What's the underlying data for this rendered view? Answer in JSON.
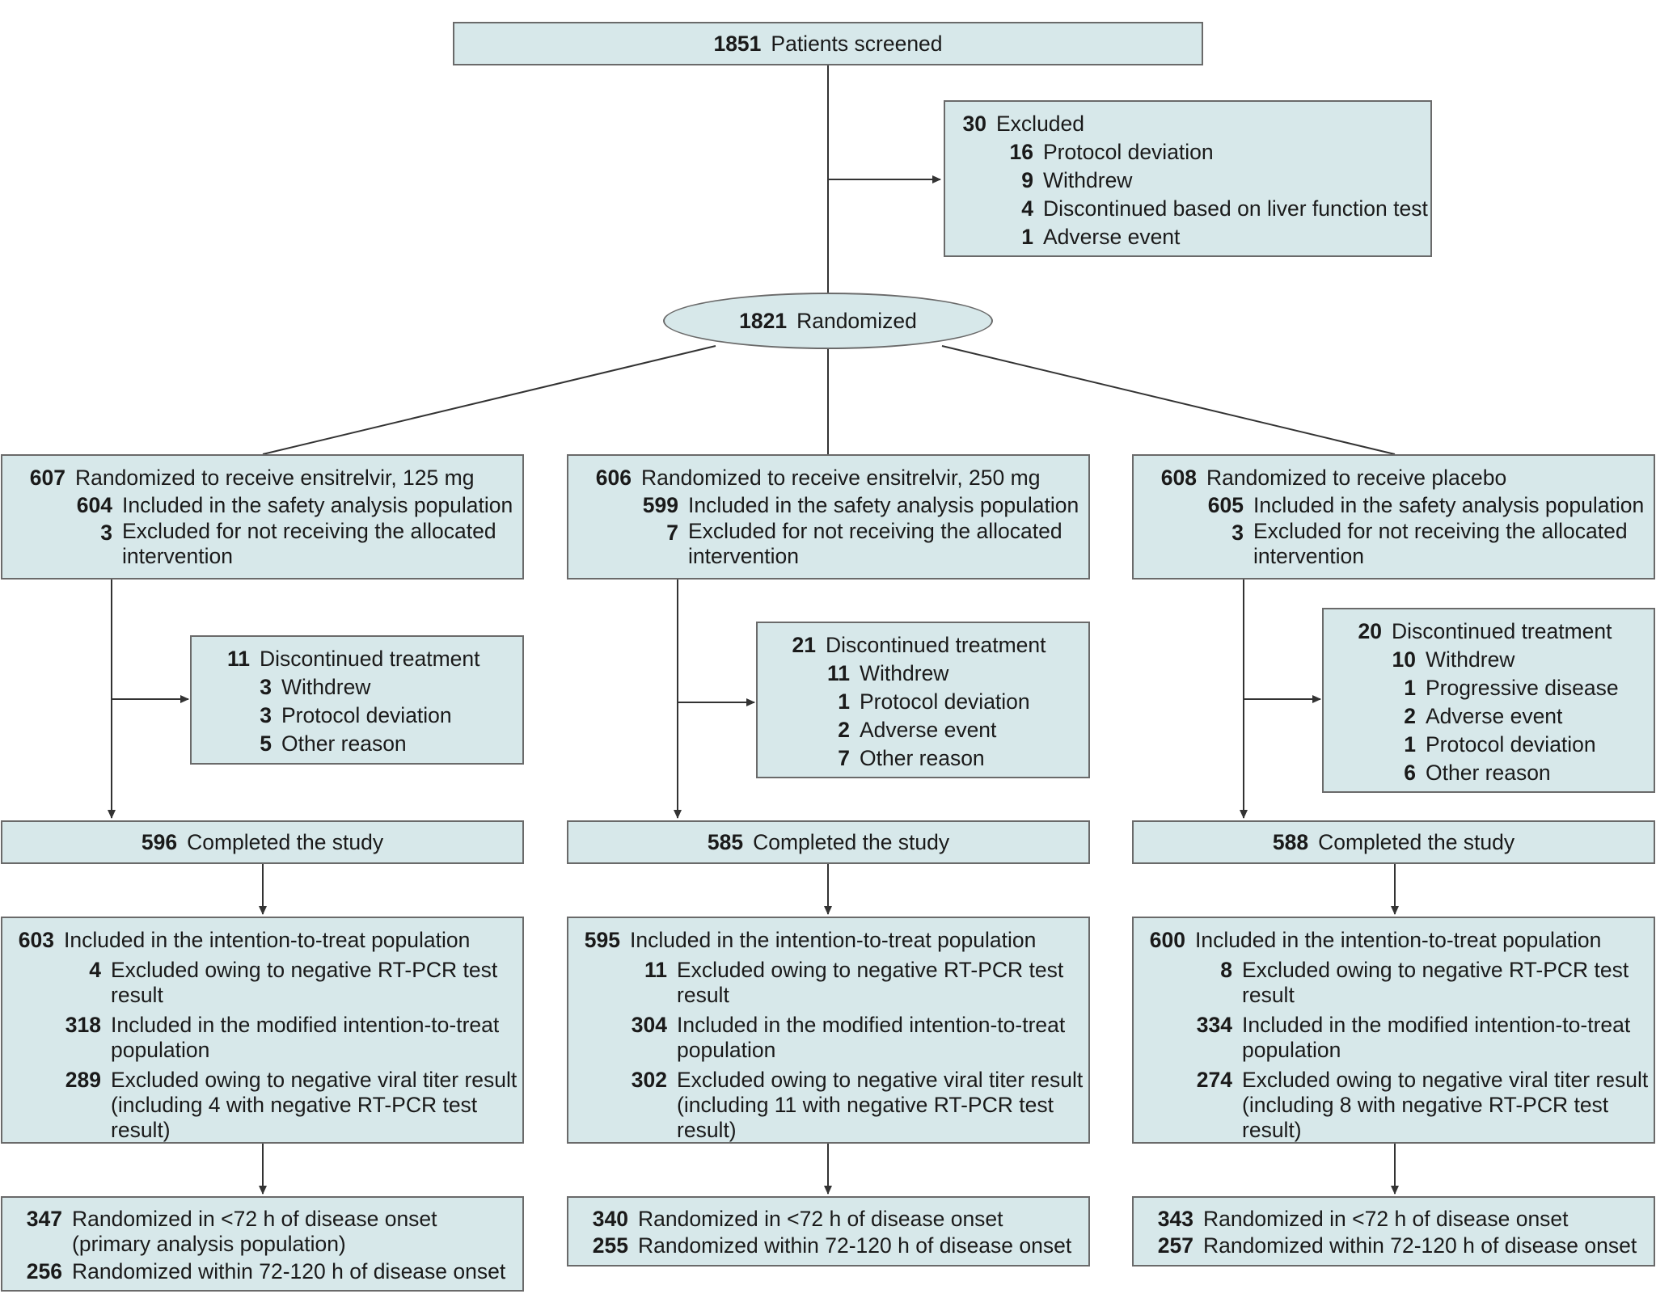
{
  "screened": {
    "n": "1851",
    "label": "Patients screened"
  },
  "excluded": {
    "total": {
      "n": "30",
      "label": "Excluded"
    },
    "items": [
      {
        "n": "16",
        "label": "Protocol deviation"
      },
      {
        "n": "9",
        "label": "Withdrew"
      },
      {
        "n": "4",
        "label": "Discontinued based on liver function test"
      },
      {
        "n": "1",
        "label": "Adverse event"
      }
    ]
  },
  "randomized": {
    "n": "1821",
    "label": "Randomized"
  },
  "arms": [
    {
      "alloc": {
        "n": "607",
        "label": "Randomized to receive ensitrelvir, 125 mg",
        "safety": {
          "n": "604",
          "label": "Included in the safety analysis population"
        },
        "excl": {
          "n": "3",
          "label": "Excluded for not receiving the allocated intervention"
        }
      },
      "discontinued": {
        "total": {
          "n": "11",
          "label": "Discontinued treatment"
        },
        "items": [
          {
            "n": "3",
            "label": "Withdrew"
          },
          {
            "n": "3",
            "label": "Protocol deviation"
          },
          {
            "n": "5",
            "label": "Other reason"
          }
        ]
      },
      "completed": {
        "n": "596",
        "label": "Completed the study"
      },
      "analysis": {
        "itt": {
          "n": "603",
          "label": "Included in the intention-to-treat population"
        },
        "items": [
          {
            "n": "4",
            "label": "Excluded owing to negative RT-PCR test result"
          },
          {
            "n": "318",
            "label": "Included in the modified intention-to-treat population"
          },
          {
            "n": "289",
            "label": "Excluded owing to negative viral titer result (including 4 with negative RT-PCR test result)"
          }
        ]
      },
      "onset": {
        "lt72": {
          "n": "347",
          "label": "Randomized in <72 h of disease onset (primary analysis population)"
        },
        "w72": {
          "n": "256",
          "label": "Randomized within 72-120 h of disease onset"
        }
      }
    },
    {
      "alloc": {
        "n": "606",
        "label": "Randomized to receive ensitrelvir, 250 mg",
        "safety": {
          "n": "599",
          "label": "Included in the safety analysis population"
        },
        "excl": {
          "n": "7",
          "label": "Excluded for not receiving the allocated intervention"
        }
      },
      "discontinued": {
        "total": {
          "n": "21",
          "label": "Discontinued treatment"
        },
        "items": [
          {
            "n": "11",
            "label": "Withdrew"
          },
          {
            "n": "1",
            "label": "Protocol deviation"
          },
          {
            "n": "2",
            "label": "Adverse event"
          },
          {
            "n": "7",
            "label": "Other reason"
          }
        ]
      },
      "completed": {
        "n": "585",
        "label": "Completed the study"
      },
      "analysis": {
        "itt": {
          "n": "595",
          "label": "Included in the intention-to-treat population"
        },
        "items": [
          {
            "n": "11",
            "label": "Excluded owing to negative RT-PCR test result"
          },
          {
            "n": "304",
            "label": "Included in the modified intention-to-treat population"
          },
          {
            "n": "302",
            "label": "Excluded owing to negative viral titer result (including 11 with negative RT-PCR test result)"
          }
        ]
      },
      "onset": {
        "lt72": {
          "n": "340",
          "label": "Randomized in <72 h of disease onset"
        },
        "w72": {
          "n": "255",
          "label": "Randomized within 72-120 h of disease onset"
        }
      }
    },
    {
      "alloc": {
        "n": "608",
        "label": "Randomized to receive placebo",
        "safety": {
          "n": "605",
          "label": "Included in the safety analysis population"
        },
        "excl": {
          "n": "3",
          "label": "Excluded for not receiving the allocated intervention"
        }
      },
      "discontinued": {
        "total": {
          "n": "20",
          "label": "Discontinued treatment"
        },
        "items": [
          {
            "n": "10",
            "label": "Withdrew"
          },
          {
            "n": "1",
            "label": "Progressive disease"
          },
          {
            "n": "2",
            "label": "Adverse event"
          },
          {
            "n": "1",
            "label": "Protocol deviation"
          },
          {
            "n": "6",
            "label": "Other reason"
          }
        ]
      },
      "completed": {
        "n": "588",
        "label": "Completed the study"
      },
      "analysis": {
        "itt": {
          "n": "600",
          "label": "Included in the intention-to-treat population"
        },
        "items": [
          {
            "n": "8",
            "label": "Excluded owing to negative RT-PCR test result"
          },
          {
            "n": "334",
            "label": "Included in the modified intention-to-treat population"
          },
          {
            "n": "274",
            "label": "Excluded owing to negative viral titer result (including 8 with negative RT-PCR test result)"
          }
        ]
      },
      "onset": {
        "lt72": {
          "n": "343",
          "label": "Randomized in <72 h of disease onset"
        },
        "w72": {
          "n": "257",
          "label": "Randomized within 72-120 h of disease onset"
        }
      }
    }
  ],
  "colors": {
    "box_fill": "#d7e8ea",
    "box_border": "#6a6a6a",
    "line": "#333333"
  }
}
